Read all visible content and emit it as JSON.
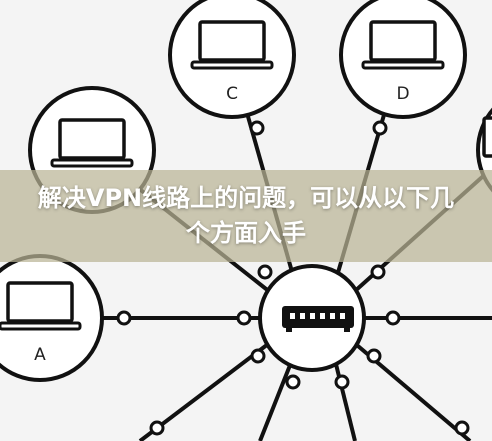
{
  "diagram": {
    "nodes": {
      "a": {
        "label": "A"
      },
      "c": {
        "label": "C"
      },
      "d": {
        "label": "D"
      }
    }
  },
  "banner": {
    "title": "解决VPN线路上的问题，可以从以下几个方面入手"
  },
  "colors": {
    "line": "#111111",
    "node_fill": "#ffffff",
    "background": "#f4f4f4",
    "banner_overlay": "#bab496"
  }
}
